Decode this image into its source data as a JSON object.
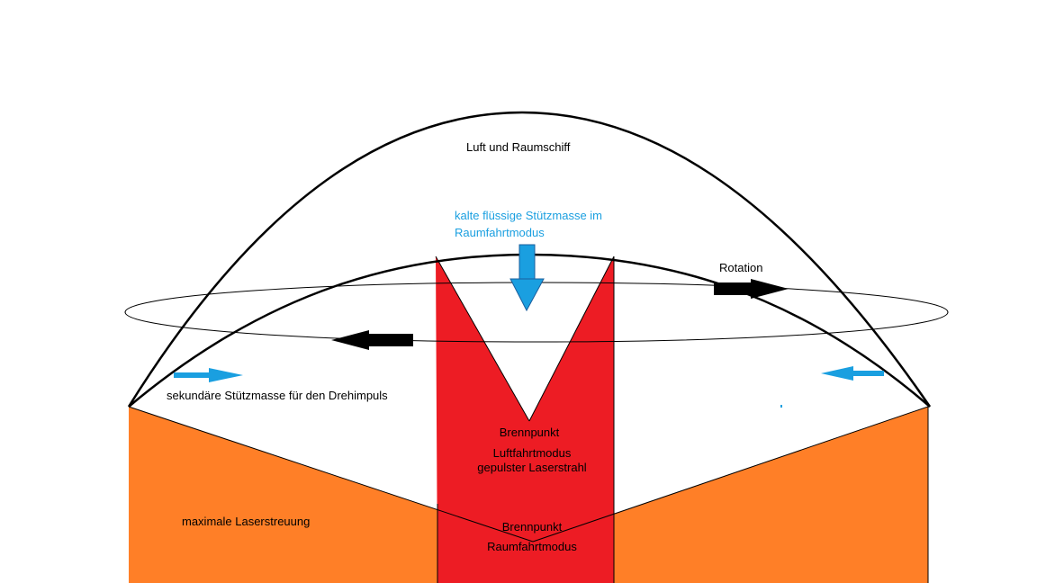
{
  "labels": {
    "top_dome": "Luft und Raumschiff",
    "cold_mass_line1": "kalte flüssige Stützmasse im",
    "cold_mass_line2": "Raumfahrtmodus",
    "rotation": "Rotation",
    "secondary_mass": "sekundäre Stützmasse für den Drehimpuls",
    "focus_air_title": "Brennpunkt",
    "focus_air_mode": "Luftfahrtmodus",
    "focus_air_beam": "gepulster Laserstrahl",
    "scatter": "maximale Laserstreuung",
    "focus_space_title": "Brennpunkt",
    "focus_space_mode": "Raumfahrtmodus"
  },
  "colors": {
    "laser_beam": "#ed1c24",
    "scatter_region": "#ff7f27",
    "coolant_arrow": "#1a9fe0",
    "outline": "#000000",
    "cold_mass_text": "#1a9fe0"
  },
  "icons": {
    "rotation_arrow": "black-arrow",
    "coolant_arrow": "blue-down-arrow",
    "secondary_arrow": "blue-arrow"
  }
}
